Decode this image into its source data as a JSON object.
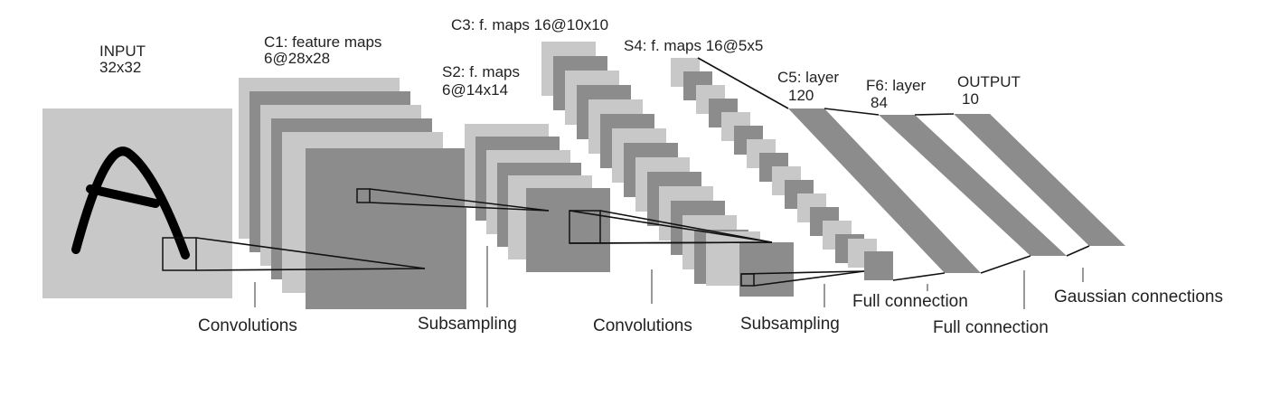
{
  "layers": {
    "input": {
      "name": "INPUT",
      "size": "32x32"
    },
    "c1": {
      "name": "C1: feature maps",
      "size": "6@28x28"
    },
    "s2": {
      "name": "S2: f. maps",
      "size": "6@14x14"
    },
    "c3": {
      "name": "C3: f. maps 16@10x10"
    },
    "s4": {
      "name": "S4: f. maps 16@5x5"
    },
    "c5": {
      "name": "C5: layer",
      "size": "120"
    },
    "f6": {
      "name": "F6: layer",
      "size": "84"
    },
    "output": {
      "name": "OUTPUT",
      "size": "10"
    }
  },
  "operations": {
    "conv1": "Convolutions",
    "sub1": "Subsampling",
    "conv2": "Convolutions",
    "sub2": "Subsampling",
    "full1": "Full connection",
    "full2": "Full connection",
    "gauss": "Gaussian connections"
  },
  "colors": {
    "light": "#c8c8c8",
    "dark": "#8c8c8c",
    "line": "#111111"
  }
}
